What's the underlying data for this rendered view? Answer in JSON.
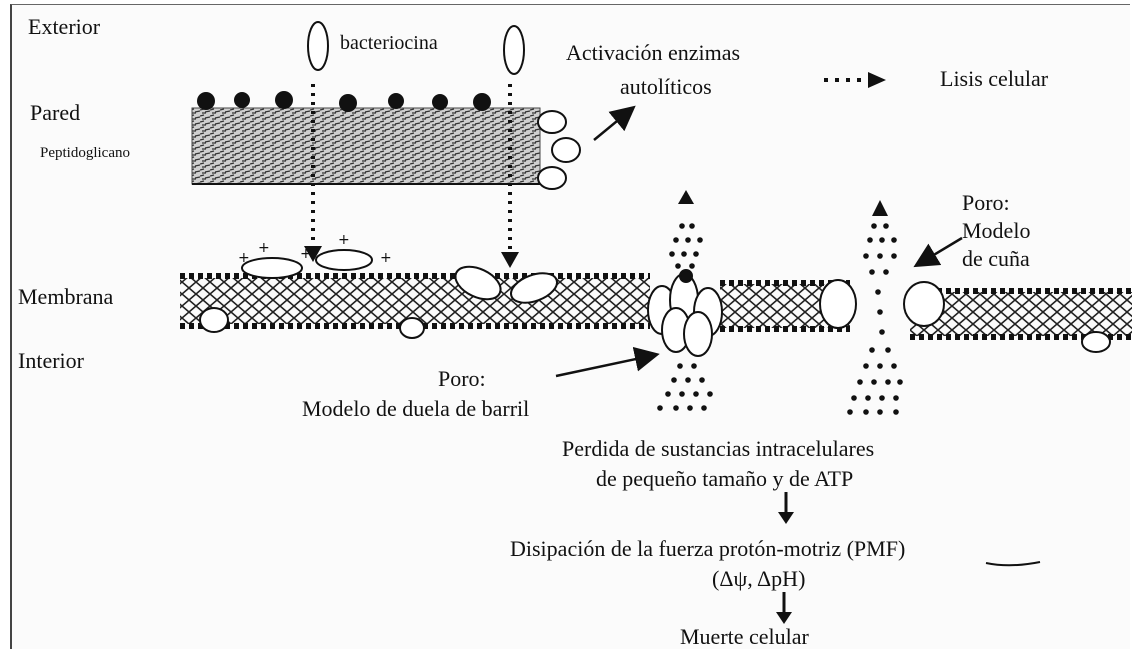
{
  "labels": {
    "exterior": "Exterior",
    "pared": "Pared",
    "peptidoglicano": "Peptidoglicano",
    "membrana": "Membrana",
    "interior": "Interior",
    "bacteriocina": "bacteriocina",
    "activacion_1": "Activación enzimas",
    "activacion_2": "autolíticos",
    "lisis": "Lisis celular",
    "poro_cuna_1": "Poro:",
    "poro_cuna_2": "Modelo",
    "poro_cuna_3": "de cuña",
    "poro_barril_1": "Poro:",
    "poro_barril_2": "Modelo de duela de barril",
    "perdida_1": "Perdida de sustancias intracelulares",
    "perdida_2": "de pequeño tamaño y de ATP",
    "disipacion": "Disipación de la fuerza protón-motriz (PMF)",
    "delta": "(Δψ, ΔpH)",
    "muerte": "Muerte celular"
  }
}
